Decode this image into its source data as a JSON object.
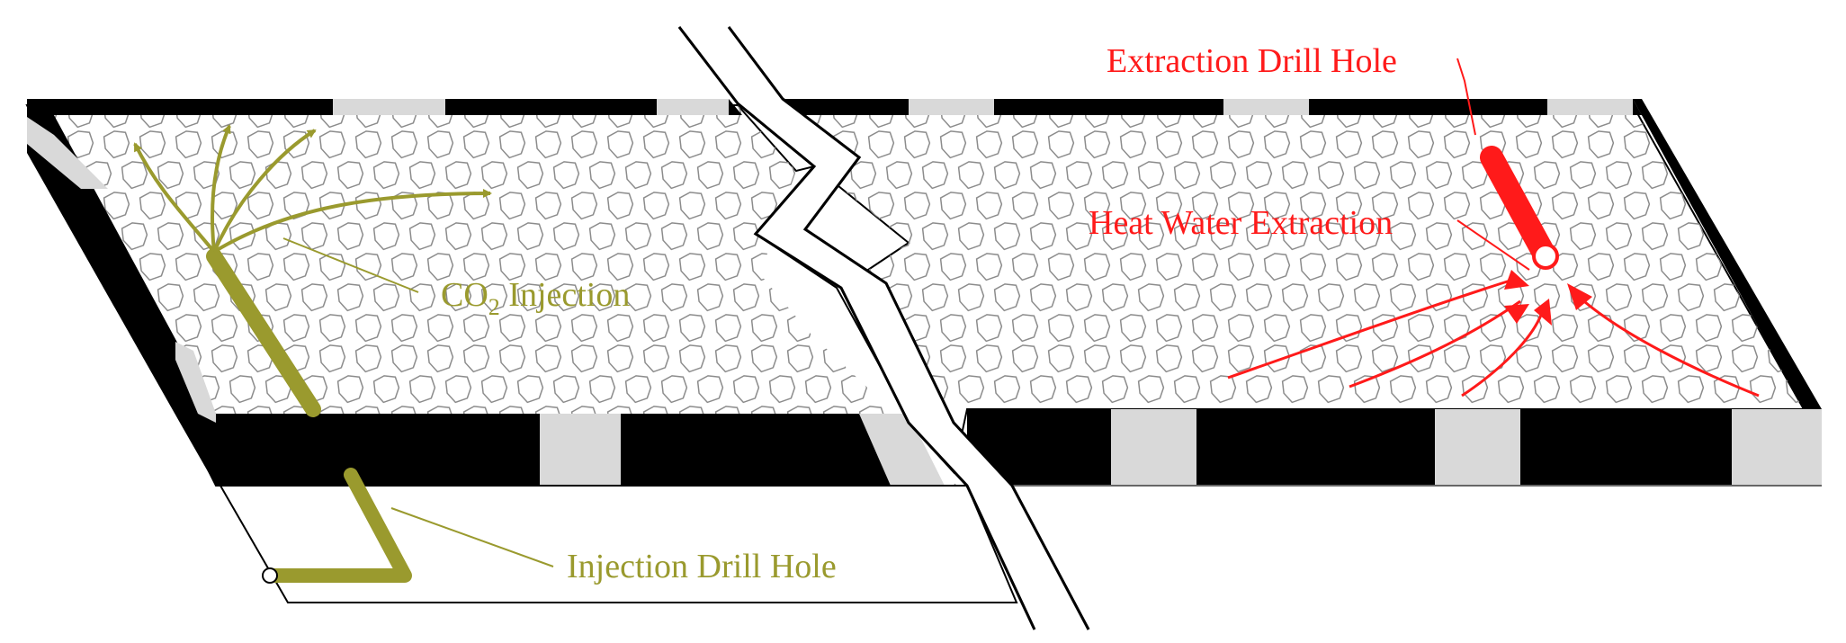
{
  "labels": {
    "extraction_drill_hole": "Extraction Drill Hole",
    "heat_water_extraction": "Heat Water Extraction",
    "co2_prefix": "CO",
    "co2_subscript": "2",
    "co2_suffix": " Injection",
    "injection_drill_hole": "Injection Drill Hole"
  },
  "colors": {
    "injection": "#9a9a2e",
    "extraction": "#ff1a1a",
    "band_dark": "#000000",
    "band_light": "#d9d9d9",
    "rock_line": "#8c8c8c"
  },
  "icons": {
    "injection_arrows": "arrow-icon",
    "extraction_arrows": "arrow-icon",
    "break_line": "break-line-icon"
  }
}
